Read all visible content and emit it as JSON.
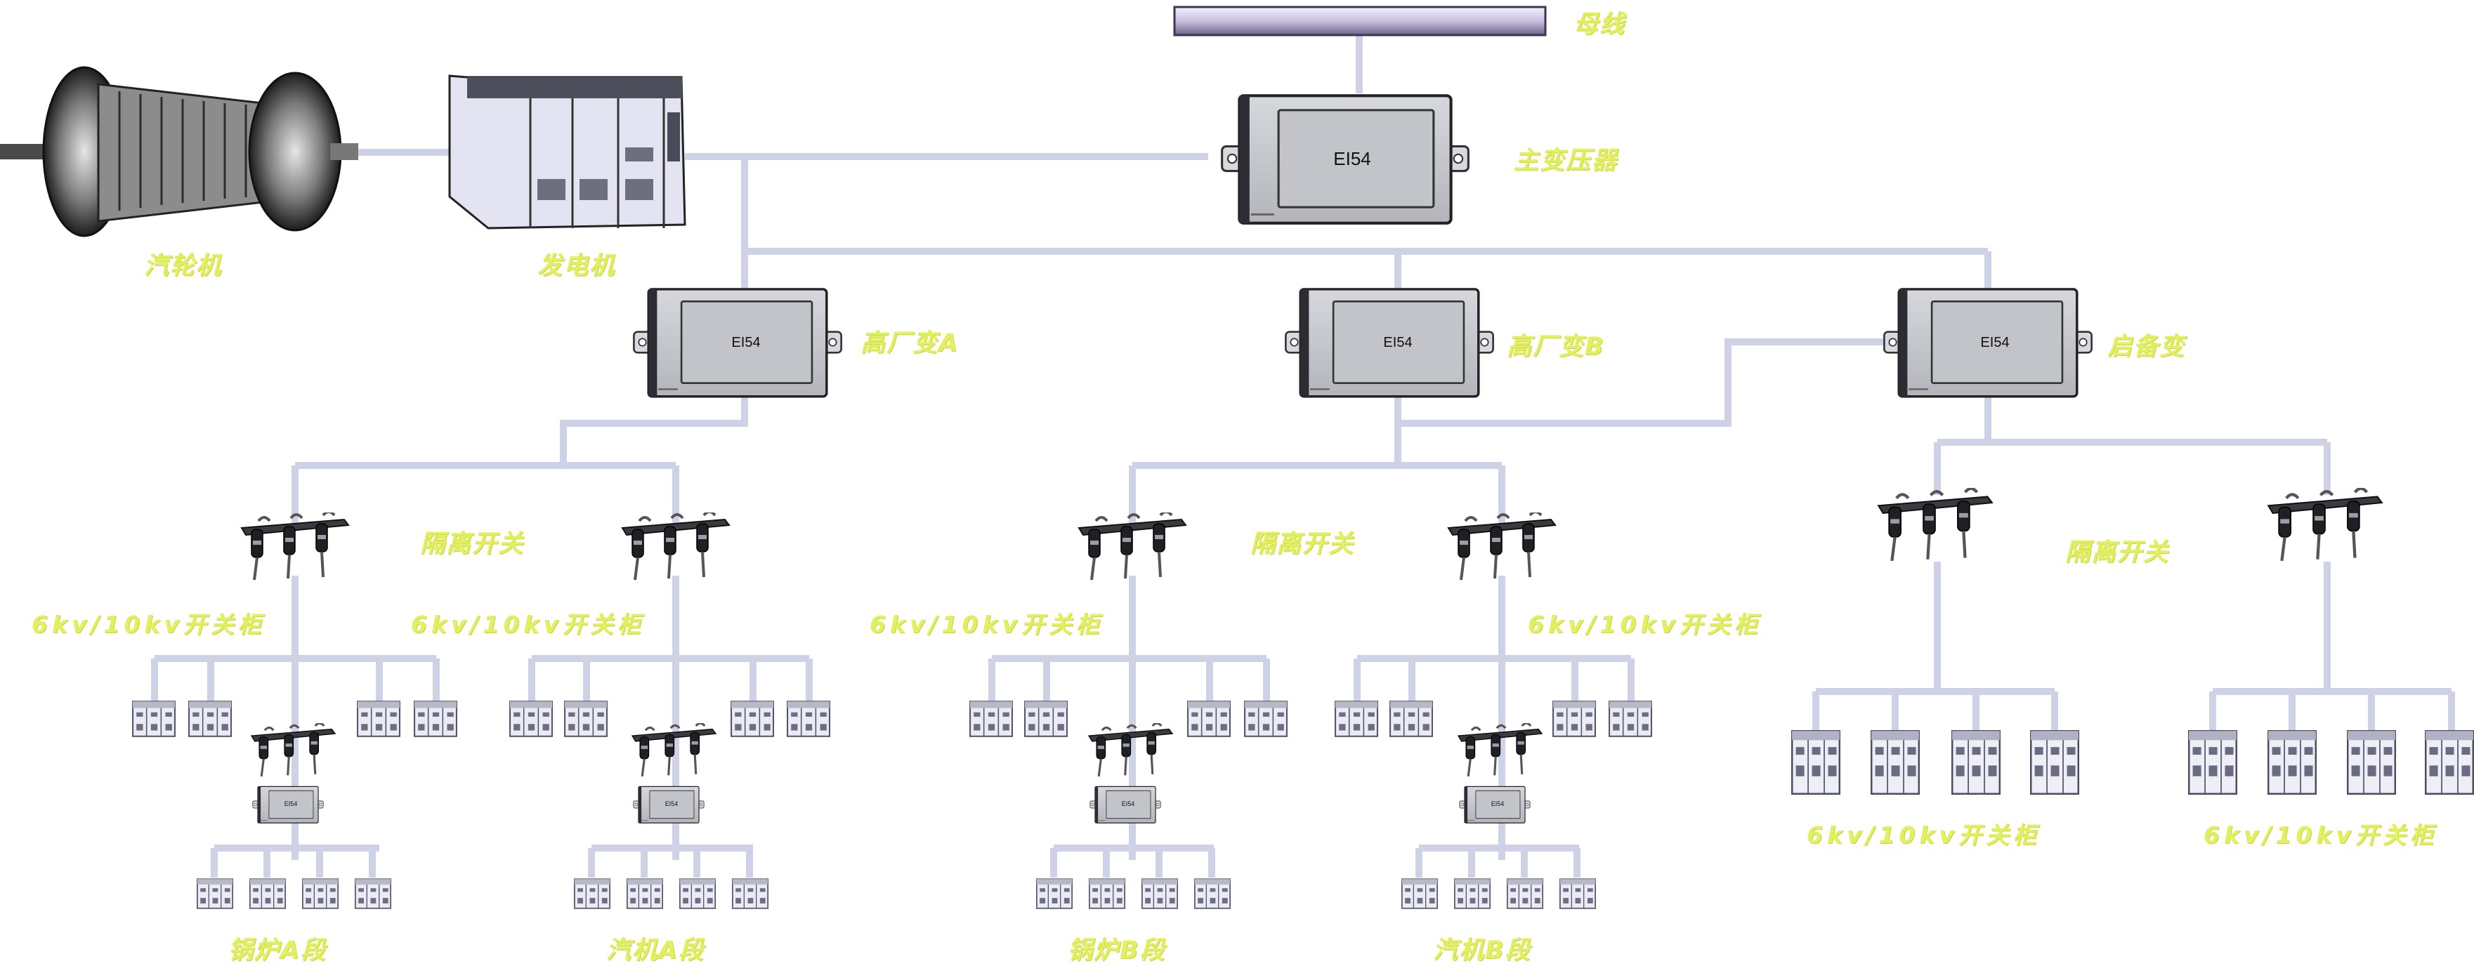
{
  "labels": {
    "busbar": "母线",
    "main_transformer": "主变压器",
    "turbine": "汽轮机",
    "generator": "发电机",
    "aux_transformer_a": "高厂变A",
    "aux_transformer_b": "高厂变B",
    "startup_transformer": "启备变",
    "isolator_1": "隔离开关",
    "isolator_2": "隔离开关",
    "isolator_3": "隔离开关",
    "switchgear_1": "6kv/10kv开关柜",
    "switchgear_2": "6kv/10kv开关柜",
    "switchgear_3": "6kv/10kv开关柜",
    "switchgear_4": "6kv/10kv开关柜",
    "switchgear_5": "6kv/10kv开关柜",
    "switchgear_6": "6kv/10kv开关柜",
    "boiler_a": "锅炉A段",
    "turbine_a": "汽机A段",
    "boiler_b": "锅炉B段",
    "turbine_b": "汽机B段"
  },
  "device_tags": {
    "main_transformer": "EI54",
    "aux_a": "EI54",
    "aux_b": "EI54",
    "startup": "EI54",
    "small": "EI54"
  },
  "colors": {
    "wire": "#cfd1e6",
    "label": "#e2ef5e",
    "device_body": "#c9cbd0",
    "device_dark": "#2b2d33",
    "cabinet": "#e4e4f3"
  }
}
